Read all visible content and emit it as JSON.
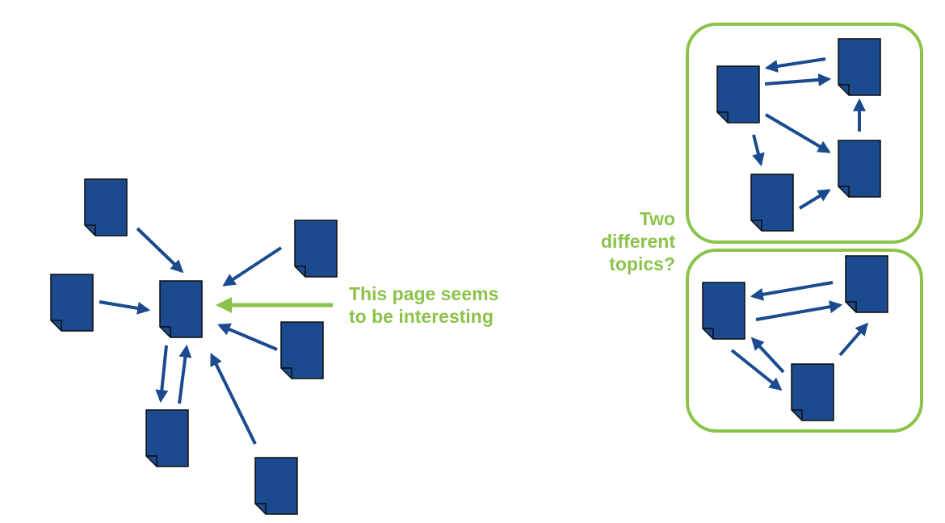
{
  "colors": {
    "page": "#1b4b8e",
    "page_outline": "#0d0d0d",
    "arrow": "#1b4b8e",
    "accent": "#8bc34a",
    "background": "#ffffff"
  },
  "left_cluster": {
    "annotation_lines": [
      "This page seems",
      "to be interesting"
    ]
  },
  "right_cluster": {
    "question_lines": [
      "Two",
      "different",
      "topics?"
    ]
  }
}
